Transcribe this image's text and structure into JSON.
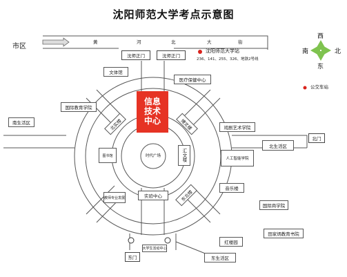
{
  "title": "沈阳师范大学考点示意图",
  "city_label": "市区",
  "north_road": [
    "黄",
    "河",
    "北",
    "大",
    "街"
  ],
  "gates": {
    "north_gate_left": "沈师正门",
    "north_gate_right": "沈师正门",
    "east_gate": "北门",
    "south_gate": "东门"
  },
  "bus_stop": {
    "name": "沈阳师范大学站",
    "routes": "236、141、255、326、地铁2号线",
    "legend": "公交车站",
    "south_stop_name": "大学生活动中心"
  },
  "compass": {
    "north": "北",
    "south": "南",
    "east": "东",
    "west": "西"
  },
  "info_center": [
    "信息",
    "技术",
    "中心"
  ],
  "buildings": {
    "wenti_guan": "文体馆",
    "yiliao": "医疗保健中心",
    "guoji_jiaoyu": "国际教育学院",
    "nansheng": "南生活区",
    "bei_xue_lou": "北实楼",
    "dongyuan_lou": "博文楼",
    "xiju": "戏剧艺术学院",
    "beisheng": "北生活区",
    "tushuguan": "图书馆",
    "shidai_guangchang": "时代广场",
    "wenhui_lou": "汇文楼",
    "rengong_zhineng": "人工智能学院",
    "jiaoshi": "教师专业发展",
    "shiyan_zhongxin": "实验中心",
    "dongzhi_lou": "东北楼",
    "yinyue_lou": "音乐楼",
    "guoji_shang": "国际商学院",
    "tianjia": "田家炳教育书院",
    "hongyin": "红楼园",
    "dongsheng": "东生活区"
  }
}
